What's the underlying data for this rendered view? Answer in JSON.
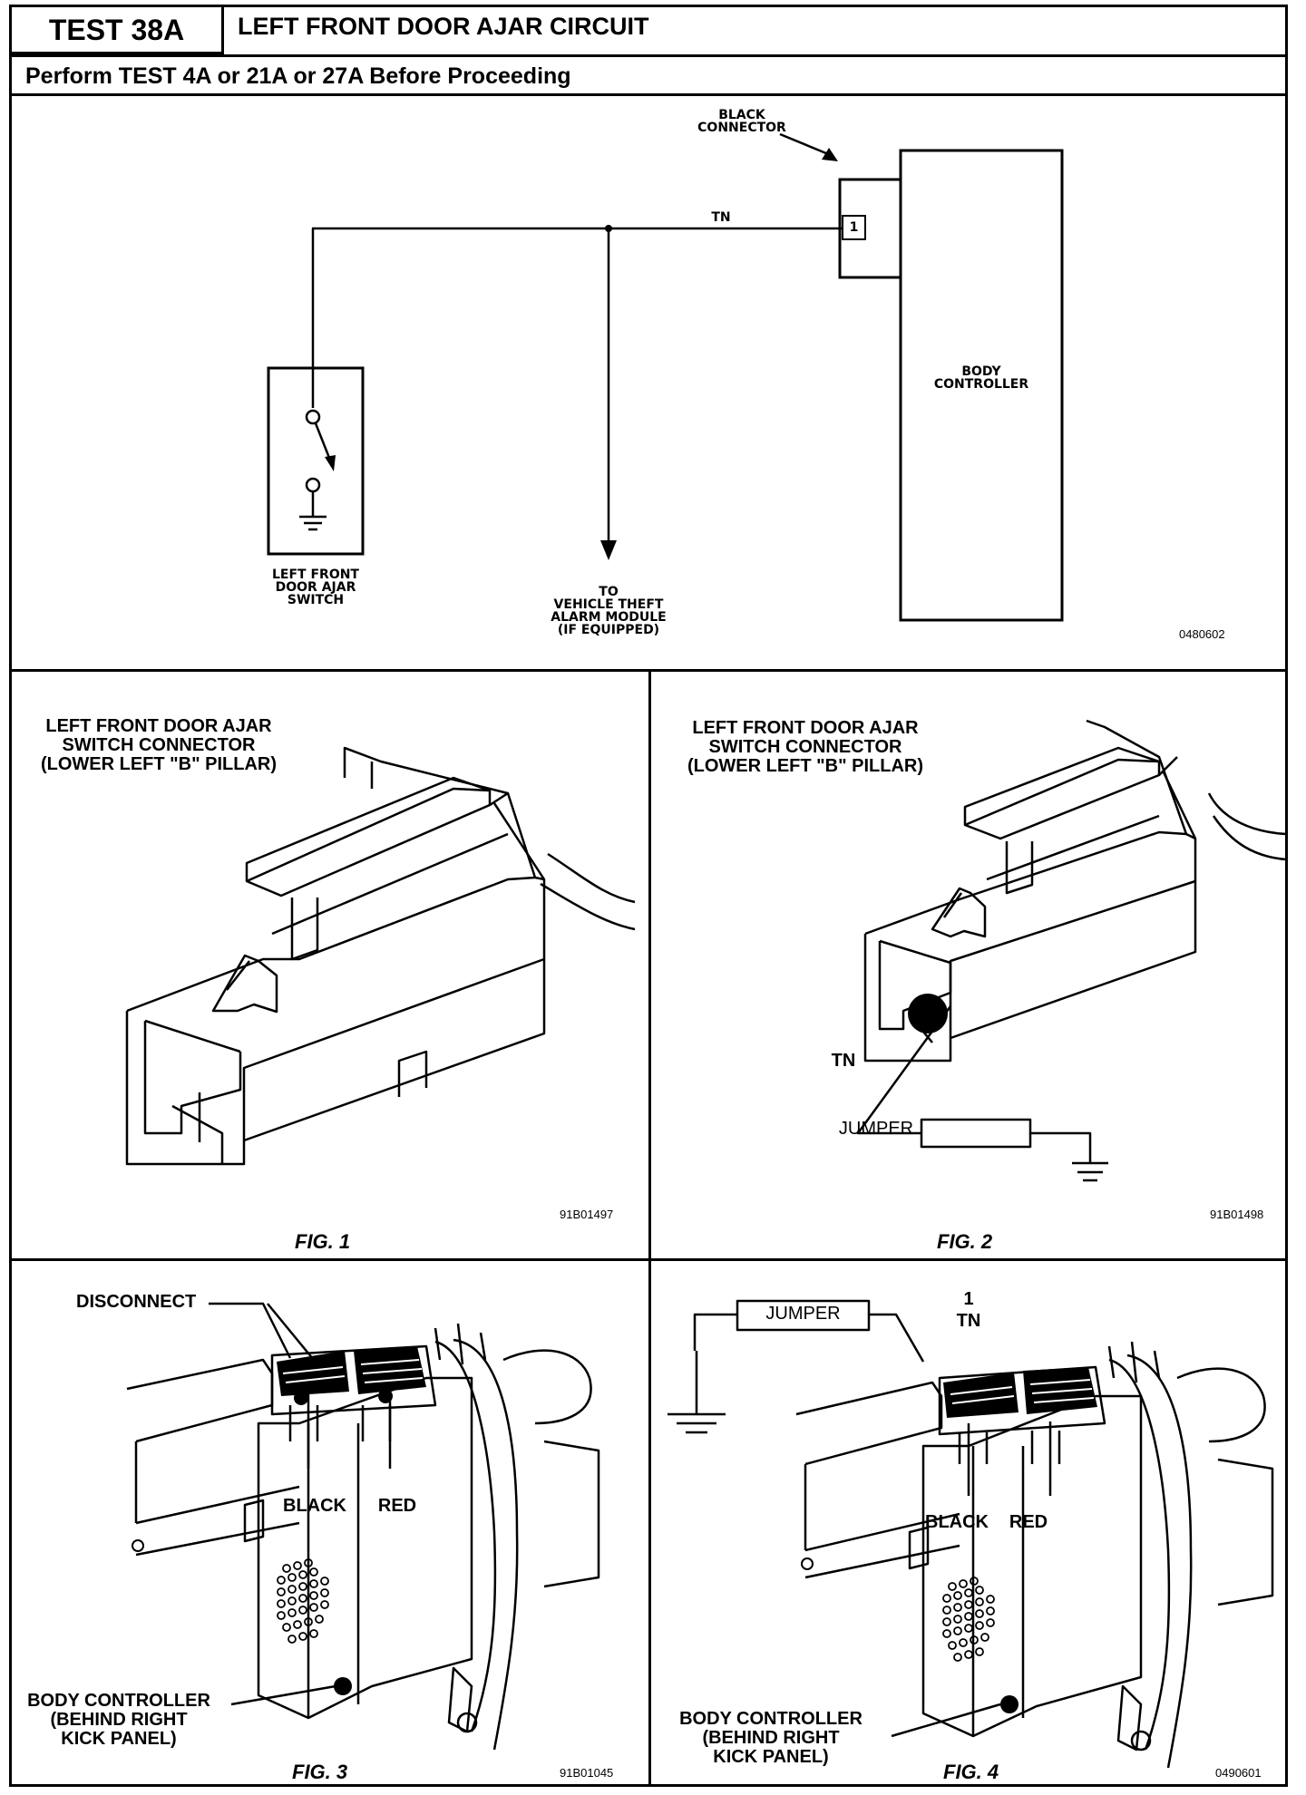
{
  "header": {
    "test_id": "TEST 38A",
    "title": "LEFT FRONT DOOR AJAR CIRCUIT",
    "subtitle": "Perform TEST 4A or 21A or 27A Before Proceeding"
  },
  "schematic": {
    "connector_label": "BLACK\nCONNECTOR",
    "wire_color": "TN",
    "pin_number": "1",
    "controller_label": "BODY\nCONTROLLER",
    "switch_label": "LEFT FRONT\nDOOR AJAR\nSWITCH",
    "branch_label": "TO\nVEHICLE THEFT\nALARM MODULE\n(IF EQUIPPED)",
    "code": "0480602"
  },
  "fig1": {
    "label": "LEFT FRONT DOOR AJAR\nSWITCH CONNECTOR\n(LOWER LEFT \"B\" PILLAR)",
    "code": "91B01497",
    "caption": "FIG. 1"
  },
  "fig2": {
    "label": "LEFT FRONT DOOR AJAR\nSWITCH CONNECTOR\n(LOWER LEFT \"B\" PILLAR)",
    "wire_color": "TN",
    "jumper": "JUMPER",
    "code": "91B01498",
    "caption": "FIG. 2"
  },
  "fig3": {
    "disconnect": "DISCONNECT",
    "black": "BLACK",
    "red": "RED",
    "controller": "BODY CONTROLLER\n(BEHIND RIGHT\nKICK PANEL)",
    "code": "91B01045",
    "caption": "FIG. 3"
  },
  "fig4": {
    "jumper": "JUMPER",
    "pin": "1",
    "wire_color": "TN",
    "black": "BLACK",
    "red": "RED",
    "controller": "BODY CONTROLLER\n(BEHIND RIGHT\nKICK PANEL)",
    "code": "0490601",
    "caption": "FIG. 4"
  }
}
